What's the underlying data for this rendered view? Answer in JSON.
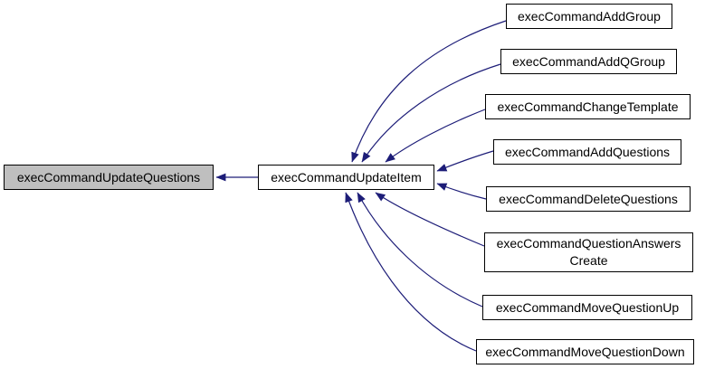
{
  "diagram": {
    "type": "call_graph",
    "description": "Caller graph: functions on the right call execCommandUpdateItem, which calls execCommandUpdateQuestions",
    "colors": {
      "edge-color": "#1d1d78",
      "selected-node-fill": "#bfbfbf",
      "node-fill": "#ffffff",
      "node-border": "#000000",
      "background": "#ffffff"
    },
    "nodes": {
      "updateQuestions": {
        "label": "execCommandUpdateQuestions",
        "highlighted": true
      },
      "updateItem": {
        "label": "execCommandUpdateItem",
        "highlighted": false
      },
      "addGroup": {
        "label": "execCommandAddGroup",
        "highlighted": false
      },
      "addQGroup": {
        "label": "execCommandAddQGroup",
        "highlighted": false
      },
      "changeTemplate": {
        "label": "execCommandChangeTemplate",
        "highlighted": false
      },
      "addQuestions": {
        "label": "execCommandAddQuestions",
        "highlighted": false
      },
      "deleteQuestions": {
        "label": "execCommandDeleteQuestions",
        "highlighted": false
      },
      "questionAnswersCreate": {
        "label": "execCommandQuestionAnswers\nCreate",
        "highlighted": false
      },
      "moveQuestionUp": {
        "label": "execCommandMoveQuestionUp",
        "highlighted": false
      },
      "moveQuestionDown": {
        "label": "execCommandMoveQuestionDown",
        "highlighted": false
      }
    },
    "edges": [
      {
        "from": "execCommandUpdateItem",
        "to": "execCommandUpdateQuestions"
      },
      {
        "from": "execCommandAddGroup",
        "to": "execCommandUpdateItem"
      },
      {
        "from": "execCommandAddQGroup",
        "to": "execCommandUpdateItem"
      },
      {
        "from": "execCommandChangeTemplate",
        "to": "execCommandUpdateItem"
      },
      {
        "from": "execCommandAddQuestions",
        "to": "execCommandUpdateItem"
      },
      {
        "from": "execCommandDeleteQuestions",
        "to": "execCommandUpdateItem"
      },
      {
        "from": "execCommandQuestionAnswersCreate",
        "to": "execCommandUpdateItem"
      },
      {
        "from": "execCommandMoveQuestionUp",
        "to": "execCommandUpdateItem"
      },
      {
        "from": "execCommandMoveQuestionDown",
        "to": "execCommandUpdateItem"
      }
    ]
  }
}
